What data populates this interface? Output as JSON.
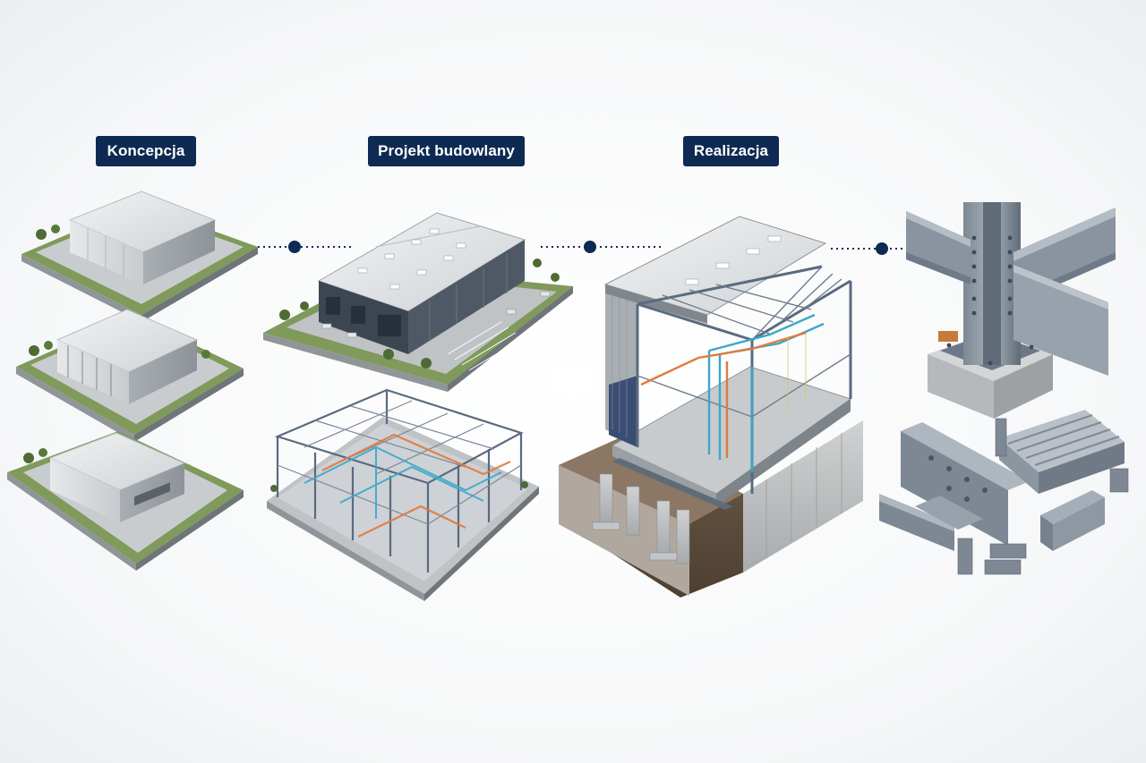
{
  "stages": [
    {
      "label": "Koncepcja"
    },
    {
      "label": "Projekt budowlany"
    },
    {
      "label": "Realizacja"
    }
  ],
  "colors": {
    "label_bg": "#0e2a52",
    "label_text": "#ffffff",
    "connector": "#0e2a52",
    "steel": "#5f6b78",
    "pipe_blue": "#3ba7c9",
    "pipe_orange": "#e07a3a",
    "grass": "#7f9a5a",
    "pavement": "#c9cccf",
    "roof": "#e4e6e8",
    "concrete": "#b9bcbe"
  }
}
